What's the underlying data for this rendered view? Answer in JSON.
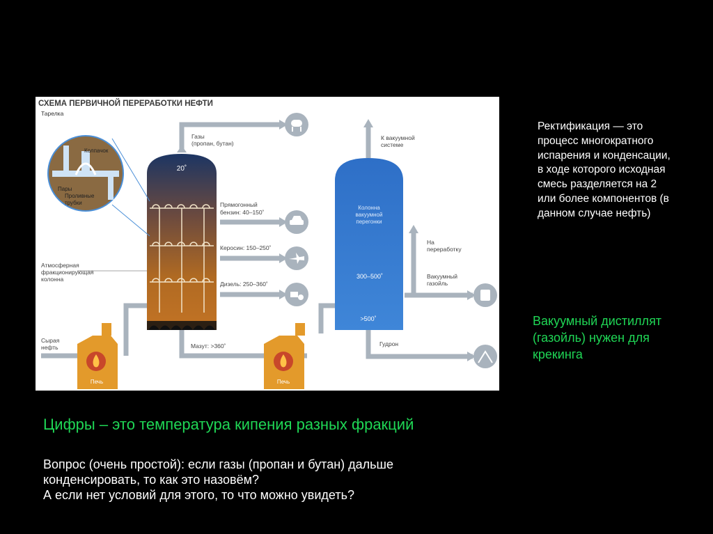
{
  "diagram": {
    "title": "СХЕМА ПЕРВИЧНОЙ ПЕРЕРАБОТКИ НЕФТИ",
    "inset": {
      "tray": "Тарелка",
      "cap": "Колпачок",
      "vapors": "Пары",
      "overflow_1": "Проливные",
      "overflow_2": "трубки"
    },
    "atm_column": {
      "label_1": "Атмосферная",
      "label_2": "фракционирующая",
      "label_3": "колонна",
      "top_temp": "20˚"
    },
    "outputs": {
      "gases_1": "Газы",
      "gases_2": "(пропан, бутан)",
      "gasoline_1": "Прямогонный",
      "gasoline_2": "бензин: 40–150˚",
      "kerosene": "Керосин: 150–250˚",
      "diesel": "Дизель: 250–360˚",
      "mazut": "Мазут: >360˚"
    },
    "crude_1": "Сырая",
    "crude_2": "нефть",
    "furnace": "Печь",
    "vac_column": {
      "label_1": "Колонна",
      "label_2": "вакуумной",
      "label_3": "перегонки",
      "mid_temp": "300–500˚",
      "bottom_temp": ">500˚"
    },
    "vac_outputs": {
      "vac_system_1": "К вакуумной",
      "vac_system_2": "системе",
      "processing_1": "На",
      "processing_2": "переработку",
      "gasoil_1": "Вакуумный",
      "gasoil_2": "газойль",
      "tar": "Гудрон"
    }
  },
  "side": {
    "definition": "Ректификация — это процесс многократного испарения и конденсации, в ходе которого исходная смесь разделяется на 2 или более компонентов (в данном случае нефть)",
    "note": "Вакуумный дистиллят (газойль) нужен для крекинга"
  },
  "bottom": {
    "headline": "Цифры – это температура кипения разных фракций",
    "question_1": "Вопрос (очень простой): если газы (пропан и бутан) дальше",
    "question_2": "конденсировать, то как это назовём?",
    "question_3": "А если нет условий для этого, то что можно увидеть?"
  }
}
